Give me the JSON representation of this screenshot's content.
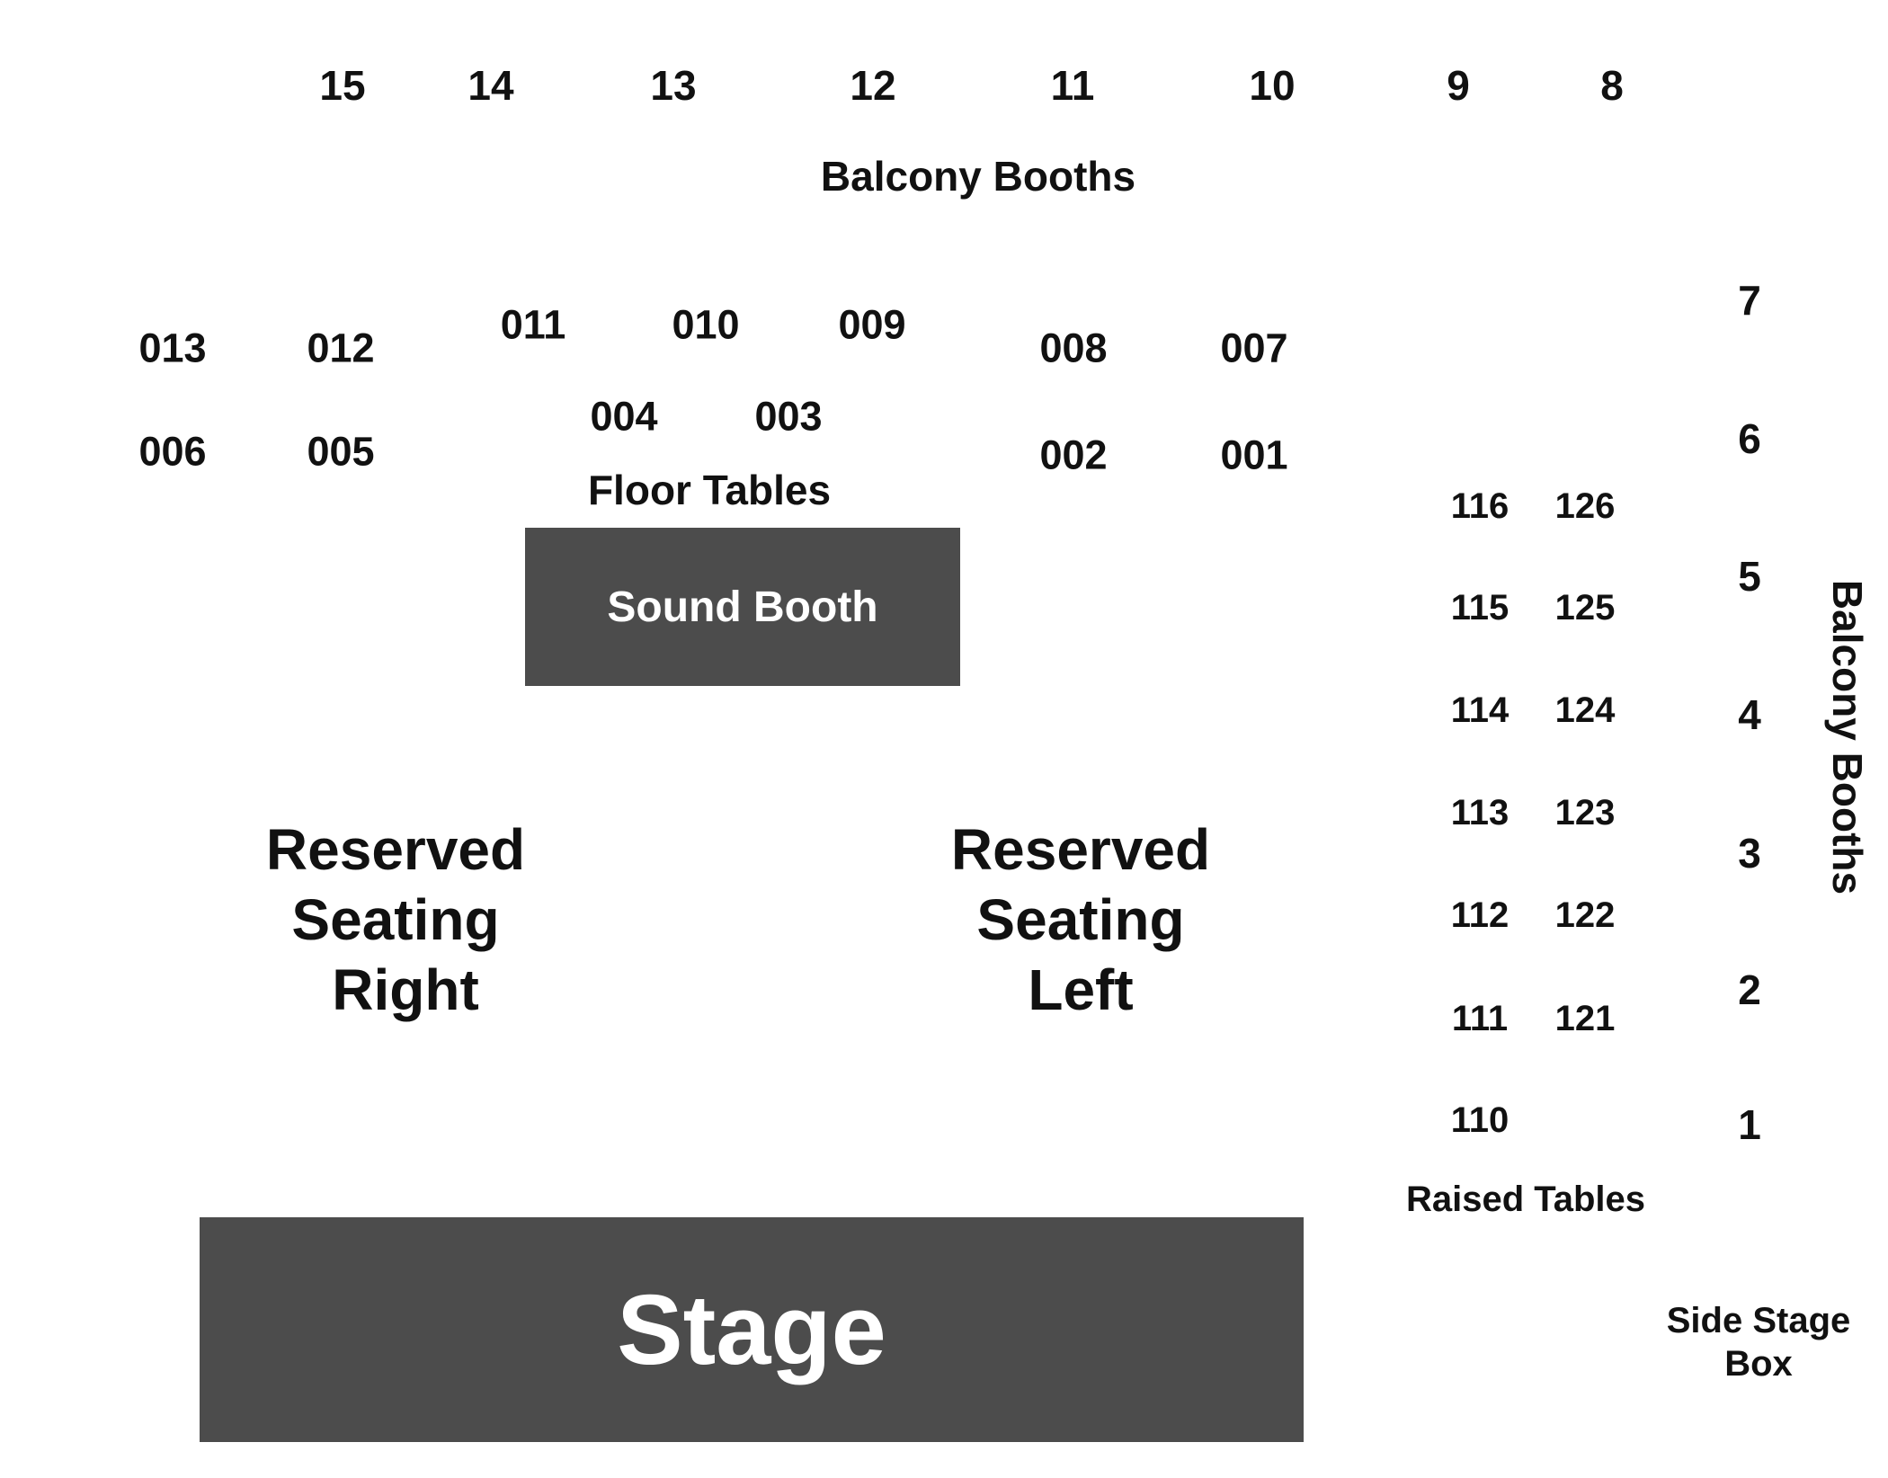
{
  "balcony_top": {
    "title": "Balcony Booths",
    "booths": [
      "15",
      "14",
      "13",
      "12",
      "11",
      "10",
      "9",
      "8"
    ]
  },
  "floor_tables": {
    "title": "Floor Tables",
    "tables": [
      "013",
      "012",
      "011",
      "010",
      "009",
      "008",
      "007",
      "006",
      "005",
      "004",
      "003",
      "002",
      "001"
    ]
  },
  "sound_booth": {
    "label": "Sound Booth"
  },
  "reserved_right": {
    "lines": [
      "Reserved",
      "Seating",
      "Right"
    ]
  },
  "reserved_left": {
    "lines": [
      "Reserved",
      "Seating",
      "Left"
    ]
  },
  "raised_tables": {
    "title": "Raised Tables",
    "tables": [
      "116",
      "126",
      "115",
      "125",
      "114",
      "124",
      "113",
      "123",
      "112",
      "122",
      "111",
      "121",
      "110"
    ]
  },
  "balcony_side": {
    "title": "Balcony Booths",
    "booths": [
      "7",
      "6",
      "5",
      "4",
      "3",
      "2",
      "1"
    ]
  },
  "side_stage_box": {
    "lines": [
      "Side Stage",
      "Box"
    ]
  },
  "stage": {
    "label": "Stage"
  },
  "colors": {
    "block_fill": "#4c4c4c",
    "block_text": "#ffffff",
    "label_text": "#111111",
    "background": "#ffffff"
  }
}
